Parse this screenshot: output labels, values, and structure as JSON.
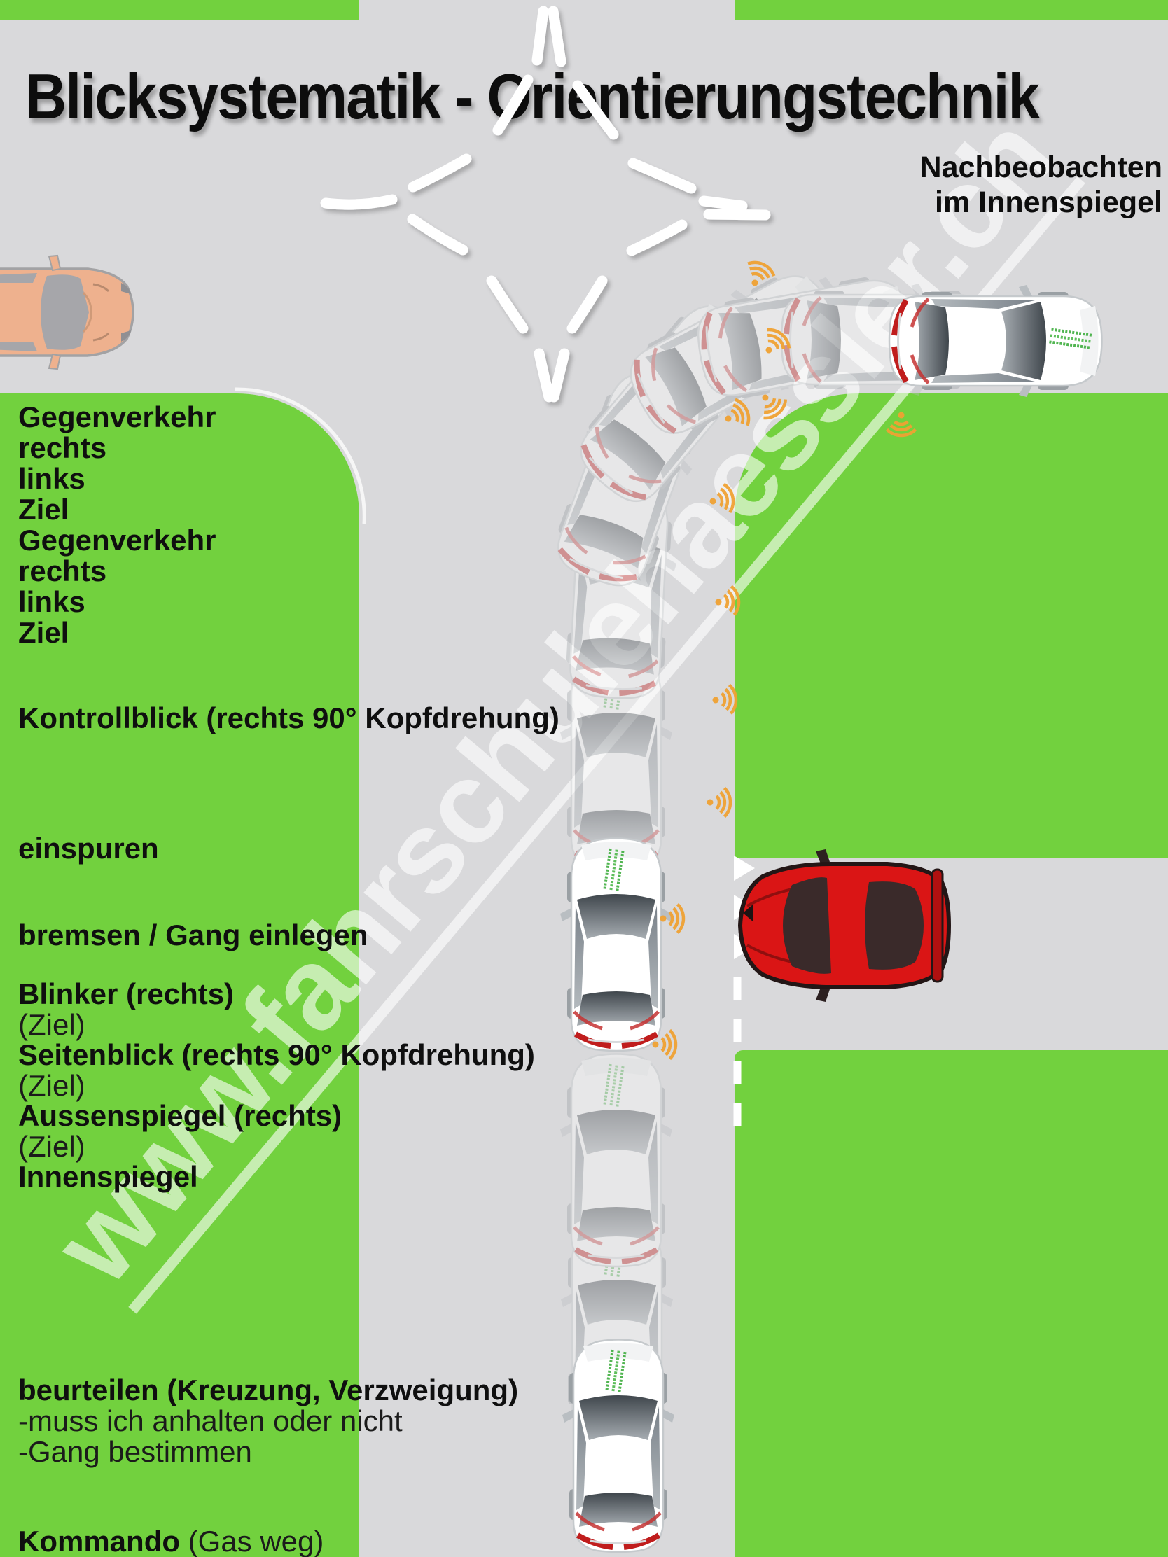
{
  "title": "Blicksystematik - Orientierungstechnik",
  "watermark": "www.fahrschulehaessler.ch",
  "top_note": {
    "line1": "Nachbeobachten",
    "line2": "im Innenspiegel"
  },
  "steps_top": [
    "Gegenverkehr",
    "rechts",
    "links",
    "Ziel",
    "Gegenverkehr",
    "rechts",
    "links",
    "Ziel"
  ],
  "labels": {
    "kontrollblick": "Kontrollblick (rechts 90° Kopfdrehung)",
    "einspuren": "einspuren",
    "bremsen": "bremsen / Gang einlegen",
    "blinker": "Blinker (rechts)",
    "ziel1": "(Ziel)",
    "seitenblick": "Seitenblick (rechts 90° Kopfdrehung)",
    "ziel2": "(Ziel)",
    "aussenspiegel": "Aussenspiegel (rechts)",
    "ziel3": "(Ziel)",
    "innenspiegel": "Innenspiegel",
    "beurteilen": "beurteilen (Kreuzung, Verzweigung)",
    "muss": "-muss ich anhalten oder nicht",
    "gang": "-Gang bestimmen",
    "kommando_bold": "Kommando",
    "kommando_rest": " (Gas weg)"
  },
  "colors": {
    "grass_green": "#72d13e",
    "road_gray": "#d9d9db",
    "sensor_orange": "#f0a233",
    "red_car": "#da1515",
    "orange_car": "#eeb18e",
    "watermark": "#ffffff"
  }
}
